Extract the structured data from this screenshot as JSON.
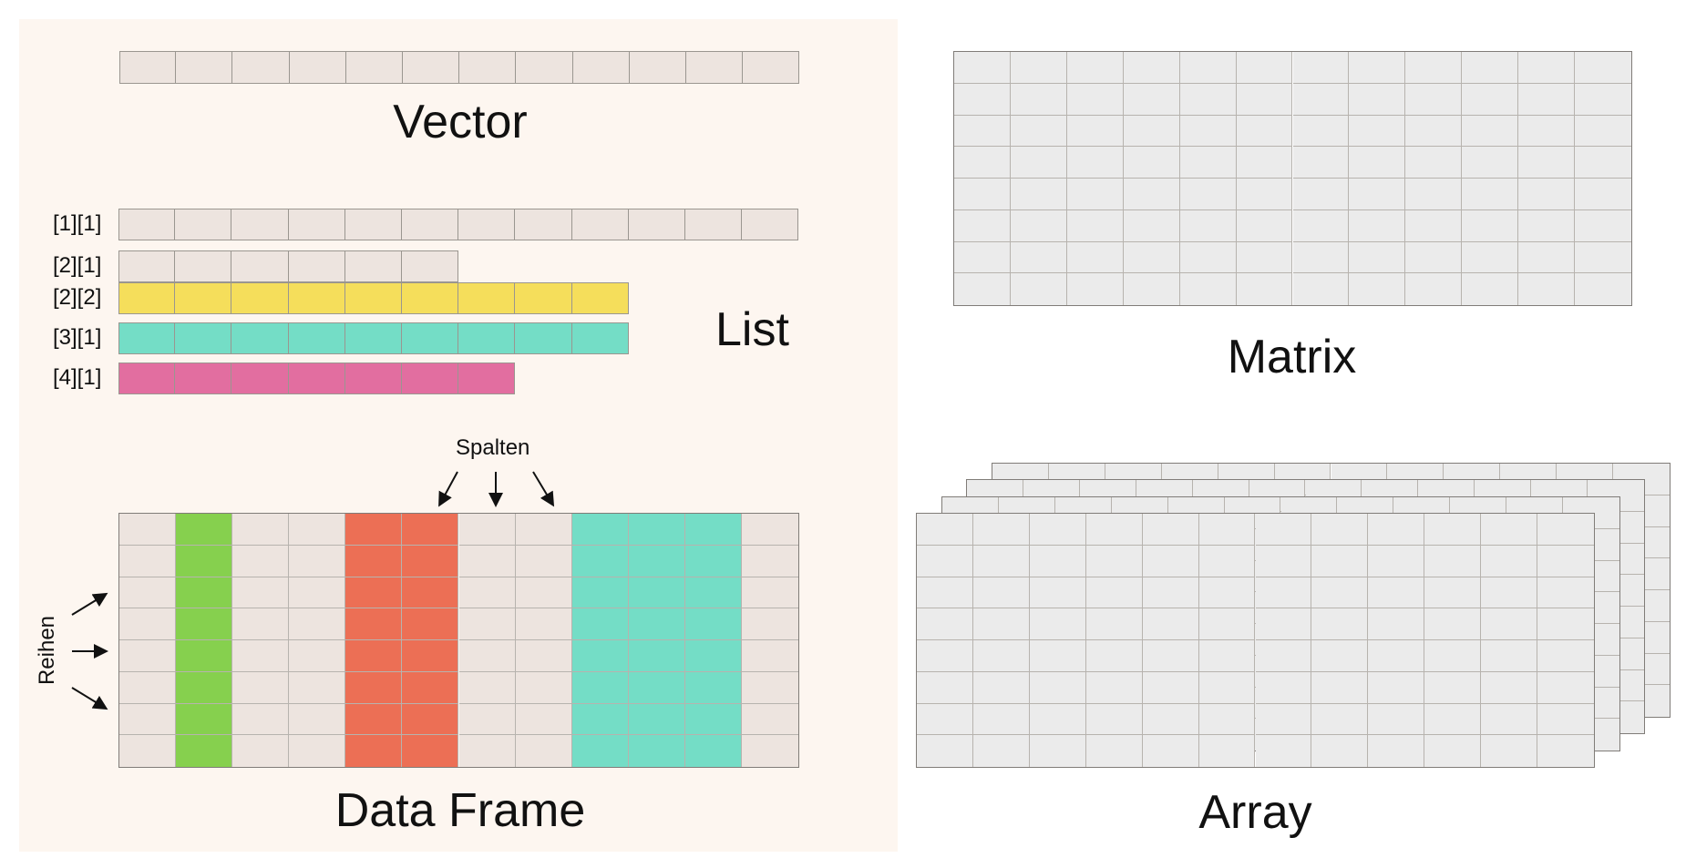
{
  "labels": {
    "vector": "Vector",
    "list": "List",
    "data_frame": "Data Frame",
    "matrix": "Matrix",
    "array": "Array",
    "columns": "Spalten",
    "rows": "Reihen"
  },
  "list_items": [
    {
      "index": "[1][1]",
      "length": 12,
      "color": "#ede4df"
    },
    {
      "index": "[2][1]",
      "length": 6,
      "color": "#ede4df"
    },
    {
      "index": "[2][2]",
      "length": 9,
      "color": "#f5de5b"
    },
    {
      "index": "[3][1]",
      "length": 9,
      "color": "#74ddc6"
    },
    {
      "index": "[4][1]",
      "length": 7,
      "color": "#e26ea0"
    }
  ],
  "vector": {
    "length": 12,
    "color": "#ede4df"
  },
  "data_frame": {
    "rows": 8,
    "cols": 12,
    "base_color": "#ede4df",
    "column_colors": [
      "#ede4df",
      "#86d04e",
      "#ede4df",
      "#ede4df",
      "#ec6f55",
      "#ec6f55",
      "#ede4df",
      "#ede4df",
      "#74ddc6",
      "#74ddc6",
      "#74ddc6",
      "#ede4df"
    ]
  },
  "matrix": {
    "rows": 8,
    "cols": 12,
    "color": "#ebebeb"
  },
  "array": {
    "layers": 4,
    "rows": 8,
    "cols": 12,
    "color": "#ebebeb"
  },
  "colors": {
    "panel": "#fdf6f0",
    "grid_line": "#9a9690",
    "text": "#111111"
  }
}
